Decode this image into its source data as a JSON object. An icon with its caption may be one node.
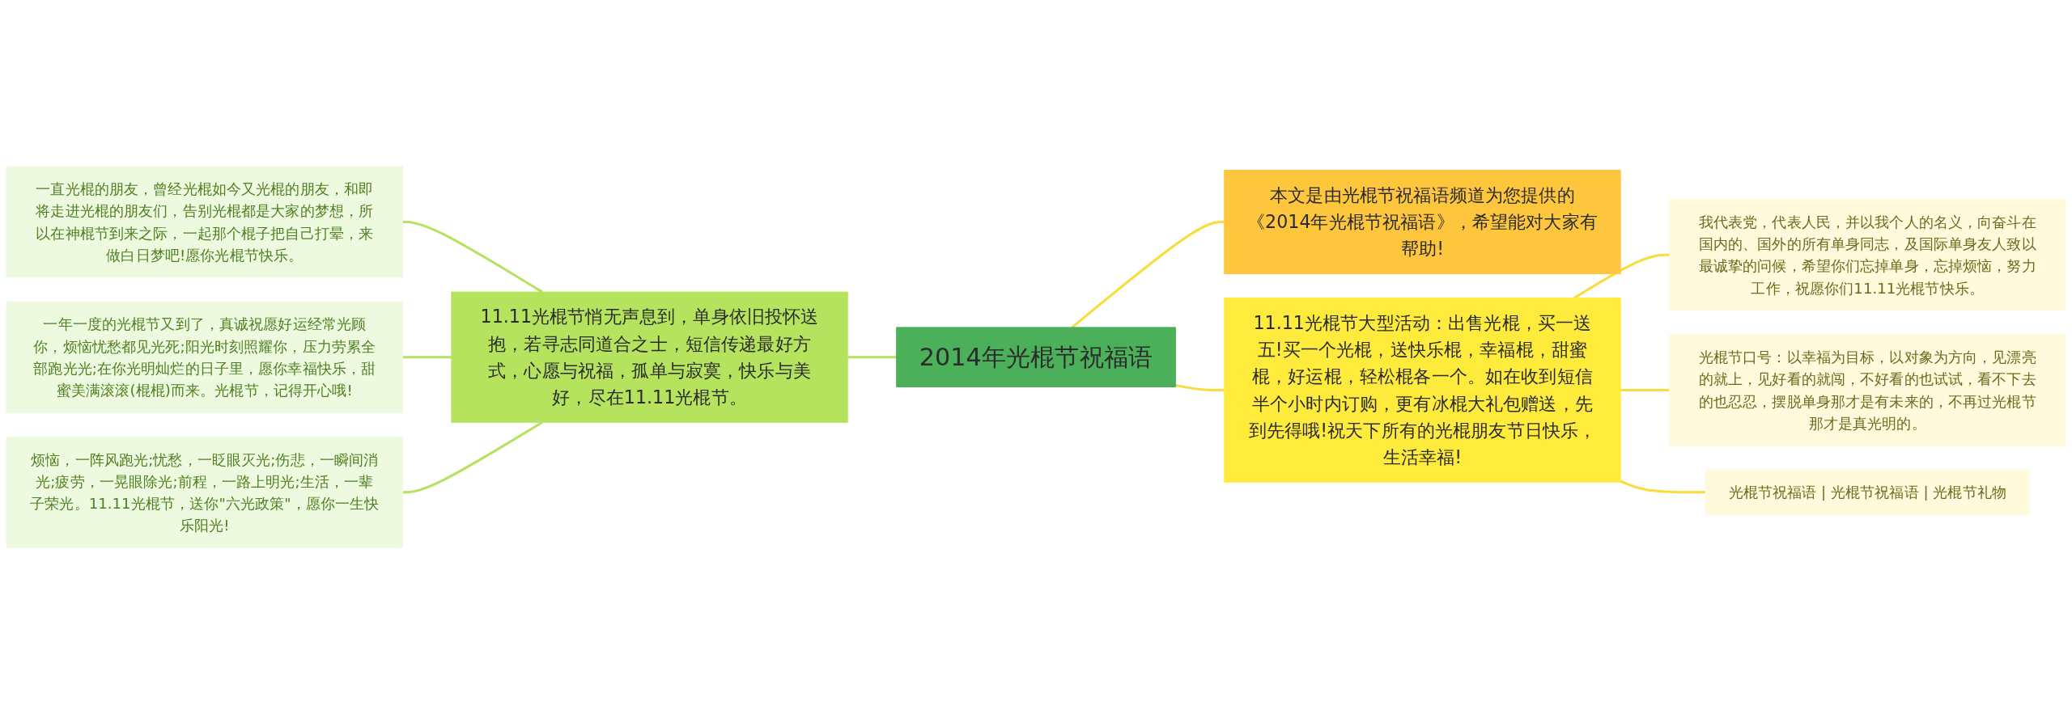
{
  "diagram": {
    "nodes": [
      {
        "text": [
          "2014年光棍节祝福语"
        ]
      },
      {
        "text": [
          "11.11光棍节悄无声息到，单身依旧投怀送抱，若寻志同道合之士，短信传递最好方式，心愿与祝福，孤单与寂寞，快乐与美好，尽在11.11光棍节。"
        ]
      },
      {
        "text": [
          "一直光棍的朋友，曾经光棍如今又光棍的朋友，和即将走进光棍的朋友们，告别光棍都是大家的梦想，所以在神棍节到来之际，一起那个棍子把自己打晕，来做白日梦吧!愿你光棍节快乐。"
        ]
      },
      {
        "text": [
          "一年一度的光棍节又到了，真诚祝愿好运经常光顾你，烦恼忧愁都见光死;阳光时刻照耀你，压力劳累全部跑光光;在你光明灿烂的日子里，愿你幸福快乐，甜蜜美满滚滚(棍棍)而来。光棍节，记得开心哦!"
        ]
      },
      {
        "text": [
          "烦恼，一阵风跑光;忧愁，一眨眼灭光;伤悲，一瞬间消光;疲劳，一晃眼除光;前程，一路上明光;生活，一辈子荣光。11.11光棍节，送你\"六光政策\"，愿你一生快乐阳光!"
        ]
      },
      {
        "text": [
          "本文是由光棍节祝福语频道为您提供的《2014年光棍节祝福语》，希望能对大家有帮助!"
        ]
      },
      {
        "text": [
          "11.11光棍节大型活动：出售光棍，买一送五!买一个光棍，送快乐棍，幸福棍，甜蜜棍，好运棍，轻松棍各一个。如在收到短信半个小时内订购，更有冰棍大礼包赠送，先到先得哦!祝天下所有的光棍朋友节日快乐，生活幸福!"
        ]
      },
      {
        "text": [
          "我代表党，代表人民，并以我个人的名义，向奋斗在国内的、国外的所有单身同志，及国际单身友人致以最诚挚的问候，希望你们忘掉单身，忘掉烦恼，努力工作，祝愿你们11.11光棍节快乐。"
        ]
      },
      {
        "text": [
          "光棍节口号：以幸福为目标，以对象为方向，见漂亮的就上，见好看的就闯，不好看的也试试，看不下去的也忍忍，摆脱单身那才是有未来的，不再过光棍节那才是真光明的。"
        ]
      },
      {
        "text": [
          "光棍节祝福语 | 光棍节祝福语 | 光棍节礼物"
        ]
      }
    ],
    "edges": [
      {
        "from": 2,
        "to": 1,
        "arrow": "none",
        "color": "#b5e361"
      },
      {
        "from": 3,
        "to": 1,
        "arrow": "none",
        "color": "#b5e361"
      },
      {
        "from": 4,
        "to": 1,
        "arrow": "none",
        "color": "#b5e361"
      },
      {
        "from": 1,
        "to": 0,
        "arrow": "none",
        "color": "#b5e361"
      },
      {
        "from": 0,
        "to": 5,
        "arrow": "none"
      },
      {
        "from": 0,
        "to": 6,
        "arrow": "none"
      },
      {
        "from": 6,
        "to": 7,
        "arrow": "none"
      },
      {
        "from": 6,
        "to": 8,
        "arrow": "none"
      },
      {
        "from": 6,
        "to": 9,
        "arrow": "none"
      }
    ]
  }
}
